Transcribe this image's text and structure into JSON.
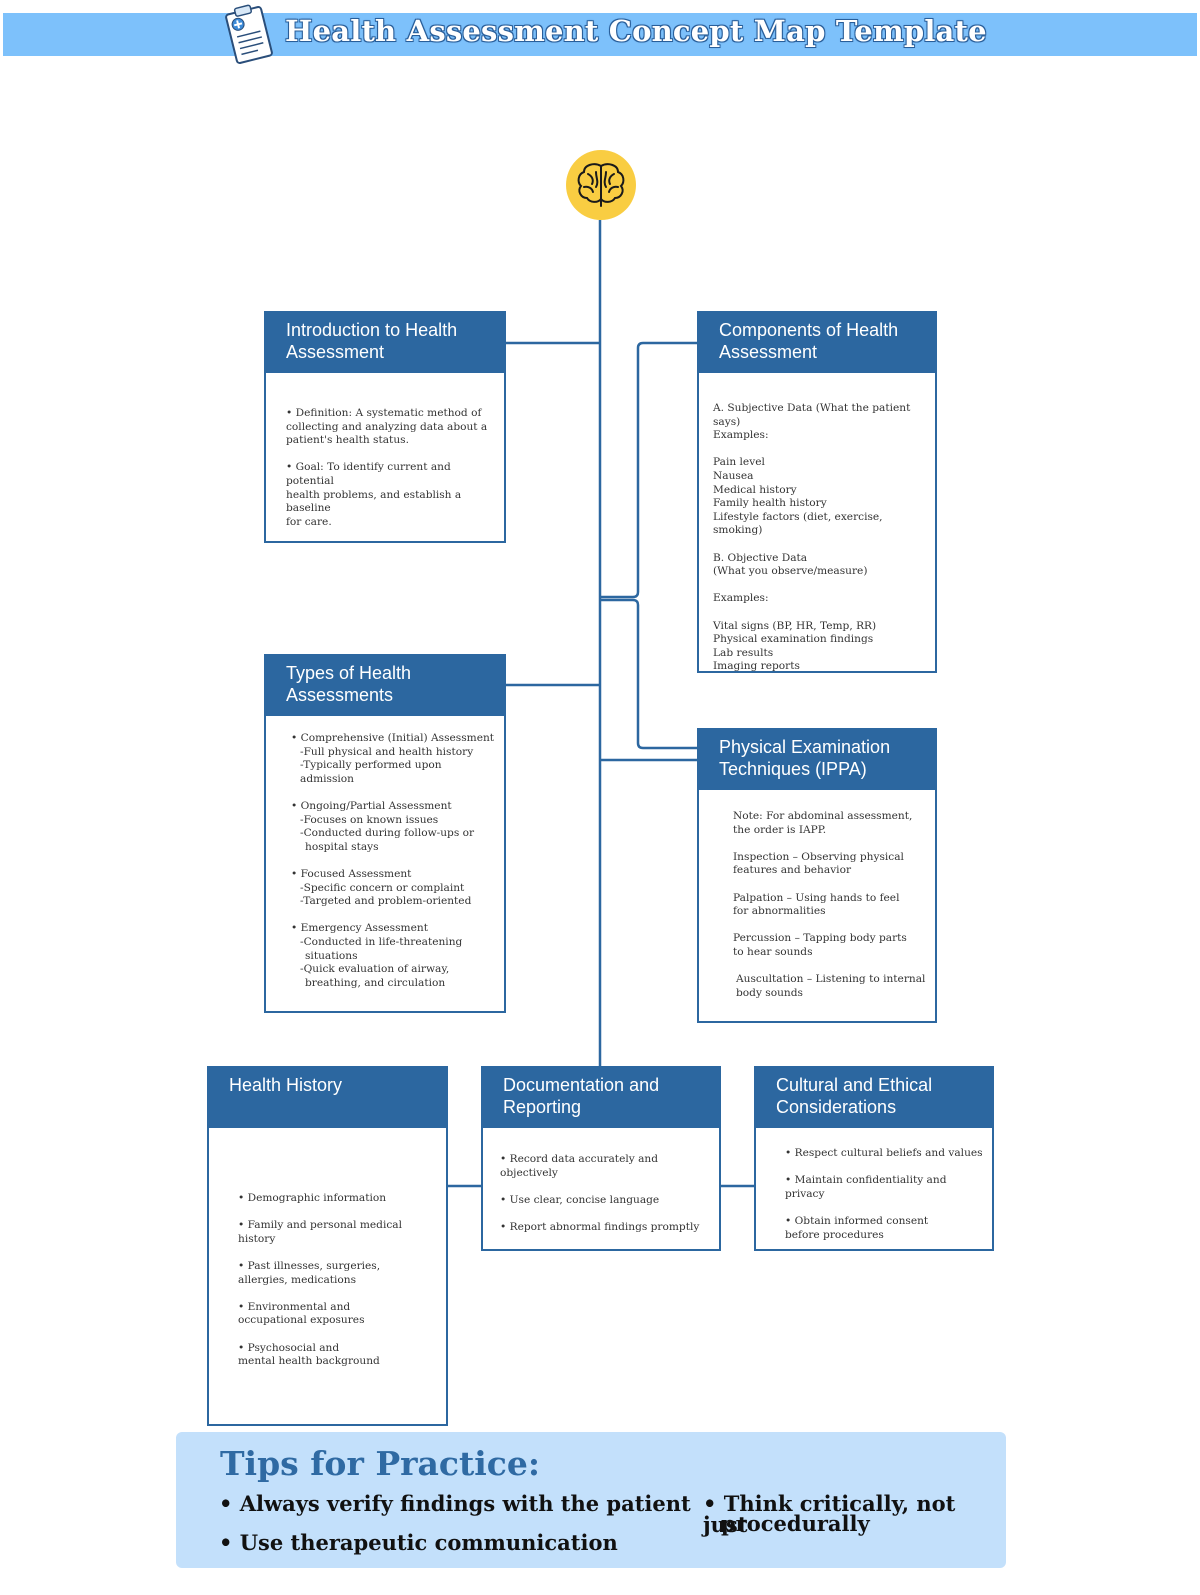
{
  "header": {
    "title": "Health Assessment Concept Map Template",
    "icon": "clipboard-medical-icon",
    "bar_color": "#7dc1fb"
  },
  "center": {
    "icon": "brain-icon",
    "color": "#f9cd42"
  },
  "accent_color": "#2c67a0",
  "boxes": {
    "intro": {
      "title": "Introduction to Health Assessment",
      "lines": [
        "• Definition: A systematic method of",
        "collecting and analyzing data about a",
        "patient's health status.",
        "",
        "• Goal: To identify current and potential",
        "health problems, and establish a baseline",
        "for care."
      ]
    },
    "components": {
      "title": "Components of Health Assessment",
      "lines": [
        "A. Subjective Data (What the patient says)",
        "Examples:",
        "",
        "Pain level",
        "Nausea",
        "Medical history",
        "Family health history",
        "Lifestyle factors (diet, exercise, smoking)",
        "",
        "B. Objective Data",
        "(What you observe/measure)",
        "",
        "Examples:",
        "",
        "Vital signs (BP, HR, Temp, RR)",
        "Physical examination findings",
        "Lab results",
        "Imaging reports"
      ]
    },
    "types": {
      "title": "Types of Health Assessments",
      "lines": [
        "• Comprehensive (Initial) Assessment",
        "-Full physical and health history",
        "-Typically performed upon admission",
        "",
        "• Ongoing/Partial Assessment",
        "-Focuses on known issues",
        "-Conducted during follow-ups or",
        "hospital stays",
        "",
        "• Focused Assessment",
        "-Specific concern or complaint",
        "-Targeted and problem-oriented",
        "",
        "• Emergency Assessment",
        "-Conducted in life-threatening",
        "situations",
        "-Quick evaluation of airway,",
        "breathing, and circulation"
      ]
    },
    "physical": {
      "title": "Physical Examination Techniques (IPPA)",
      "lines": [
        "Note: For abdominal assessment,",
        "the order is IAPP.",
        "",
        "Inspection – Observing physical",
        "features and behavior",
        "",
        "Palpation – Using hands to feel",
        "for abnormalities",
        "",
        "Percussion – Tapping body parts",
        "to hear sounds",
        "",
        "Auscultation – Listening to internal",
        "body sounds"
      ]
    },
    "history": {
      "title": "Health History",
      "lines": [
        "• Demographic information",
        "",
        "• Family and personal medical history",
        "",
        "• Past illnesses, surgeries,",
        "allergies, medications",
        "",
        "• Environmental and",
        "occupational exposures",
        "",
        "• Psychosocial and",
        "mental health background"
      ]
    },
    "documentation": {
      "title": "Documentation and Reporting",
      "lines": [
        "• Record data accurately and objectively",
        "",
        "• Use clear, concise language",
        "",
        "• Report abnormal findings promptly"
      ]
    },
    "cultural": {
      "title": "Cultural and Ethical Considerations",
      "lines": [
        "• Respect cultural beliefs and values",
        "",
        "• Maintain confidentiality and privacy",
        "",
        "• Obtain informed consent",
        "before procedures"
      ]
    }
  },
  "tips": {
    "title": "Tips for Practice:",
    "items": [
      "• Always verify findings with the patient",
      "• Use therapeutic communication",
      "• Think critically, not just",
      "procedurally"
    ],
    "background": "#c3e0fb"
  }
}
